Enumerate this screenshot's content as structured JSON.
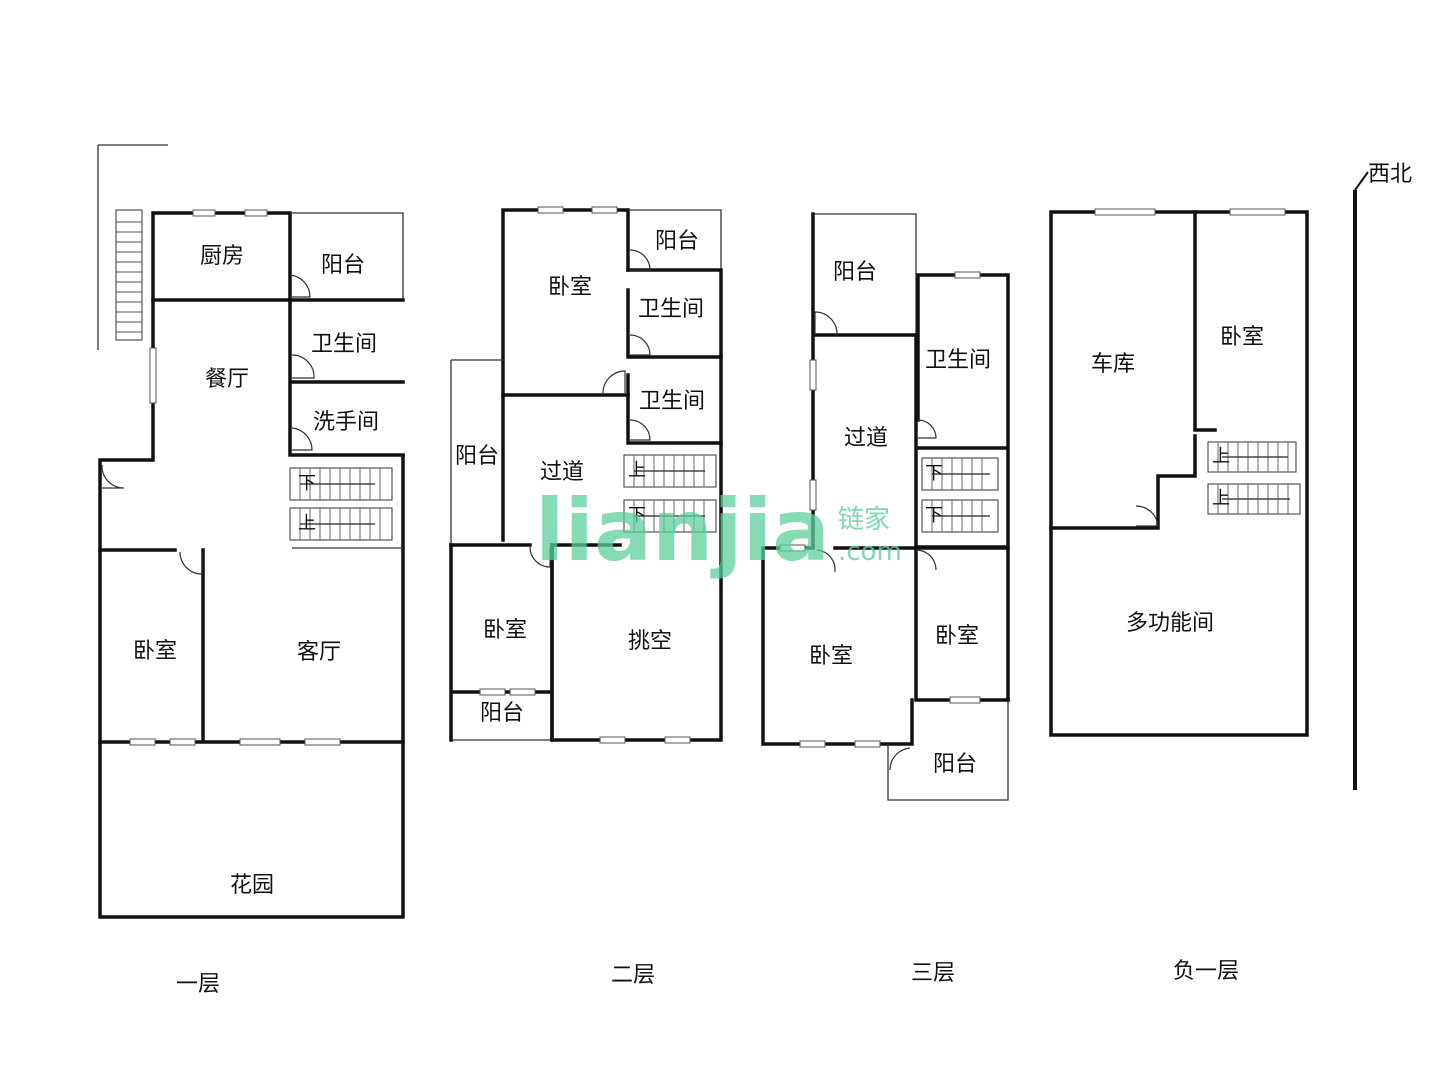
{
  "floors": {
    "f1": {
      "caption": "一层",
      "rooms": {
        "kitchen": "厨房",
        "balcony": "阳台",
        "dining": "餐厅",
        "bath": "卫生间",
        "washroom": "洗手间",
        "bedroom": "卧室",
        "living": "客厅",
        "garden": "花园"
      },
      "stairs": {
        "down": "下",
        "up": "上"
      }
    },
    "f2": {
      "caption": "二层",
      "rooms": {
        "bedroom_top": "卧室",
        "balcony_top": "阳台",
        "bath1": "卫生间",
        "bath2": "卫生间",
        "balcony_left": "阳台",
        "corridor": "过道",
        "bedroom_bottom": "卧室",
        "void": "挑空",
        "balcony_bottom": "阳台"
      },
      "stairs": {
        "up": "上",
        "down": "下"
      }
    },
    "f3": {
      "caption": "三层",
      "rooms": {
        "balcony_top": "阳台",
        "bath": "卫生间",
        "corridor": "过道",
        "bedroom_left": "卧室",
        "bedroom_right": "卧室",
        "balcony_bottom": "阳台"
      },
      "stairs": {
        "down1": "下",
        "down2": "下"
      }
    },
    "b1": {
      "caption": "负一层",
      "rooms": {
        "garage": "车库",
        "bedroom": "卧室",
        "multi": "多功能间"
      },
      "stairs": {
        "up1": "上",
        "up2": "上"
      }
    }
  },
  "compass": {
    "label": "西北"
  },
  "watermark": {
    "brand": "lianjia",
    "cn": "链家",
    "domain": ".com"
  }
}
